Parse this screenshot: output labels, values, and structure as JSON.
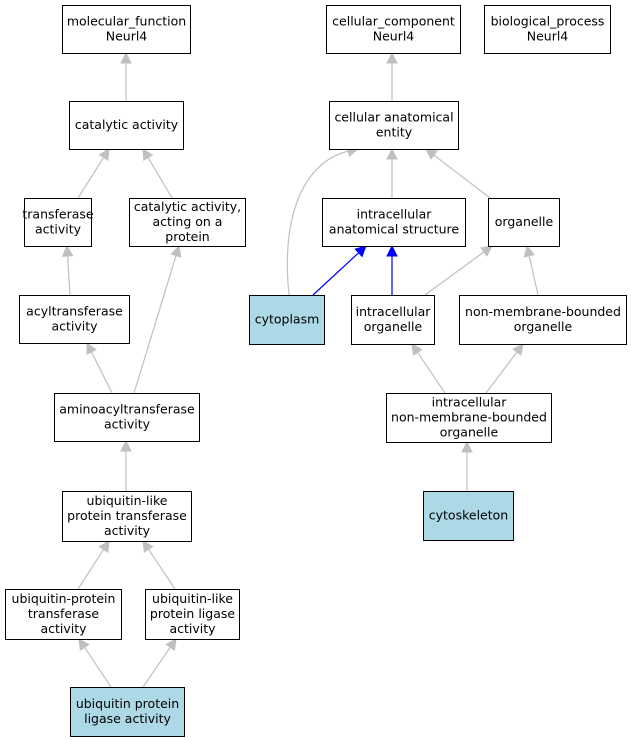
{
  "colors": {
    "background": "#ffffff",
    "node_default": "#ffffff",
    "node_highlight": "#add8e6",
    "edge_default": "#c0c0c0",
    "edge_highlight": "#0000ff"
  },
  "nodes": [
    {
      "id": "mf",
      "lines": [
        "molecular_function",
        "Neurl4"
      ],
      "highlight": false
    },
    {
      "id": "cat",
      "lines": [
        "catalytic activity"
      ],
      "highlight": false
    },
    {
      "id": "trans",
      "lines": [
        "transferase",
        "activity"
      ],
      "highlight": false
    },
    {
      "id": "catprot",
      "lines": [
        "catalytic activity,",
        "acting on a",
        "protein"
      ],
      "highlight": false
    },
    {
      "id": "acyl",
      "lines": [
        "acyltransferase",
        "activity"
      ],
      "highlight": false
    },
    {
      "id": "aminoacyl",
      "lines": [
        "aminoacyltransferase",
        "activity"
      ],
      "highlight": false
    },
    {
      "id": "ublike",
      "lines": [
        "ubiquitin-like",
        "protein transferase",
        "activity"
      ],
      "highlight": false
    },
    {
      "id": "ubprottrans",
      "lines": [
        "ubiquitin-protein",
        "transferase",
        "activity"
      ],
      "highlight": false
    },
    {
      "id": "ubligase",
      "lines": [
        "ubiquitin-like",
        "protein ligase",
        "activity"
      ],
      "highlight": false
    },
    {
      "id": "ubprotlig",
      "lines": [
        "ubiquitin protein",
        "ligase activity"
      ],
      "highlight": true
    },
    {
      "id": "cc",
      "lines": [
        "cellular_component",
        "Neurl4"
      ],
      "highlight": false
    },
    {
      "id": "bp",
      "lines": [
        "biological_process",
        "Neurl4"
      ],
      "highlight": false
    },
    {
      "id": "cae",
      "lines": [
        "cellular anatomical",
        "entity"
      ],
      "highlight": false
    },
    {
      "id": "ias",
      "lines": [
        "intracellular",
        "anatomical structure"
      ],
      "highlight": false
    },
    {
      "id": "organelle",
      "lines": [
        "organelle"
      ],
      "highlight": false
    },
    {
      "id": "cytoplasm",
      "lines": [
        "cytoplasm"
      ],
      "highlight": true
    },
    {
      "id": "intorg",
      "lines": [
        "intracellular",
        "organelle"
      ],
      "highlight": false
    },
    {
      "id": "nmbo",
      "lines": [
        "non-membrane-bounded",
        "organelle"
      ],
      "highlight": false
    },
    {
      "id": "inmbo",
      "lines": [
        "intracellular",
        "non-membrane-bounded",
        "organelle"
      ],
      "highlight": false
    },
    {
      "id": "cytoskeleton",
      "lines": [
        "cytoskeleton"
      ],
      "highlight": true
    }
  ],
  "edges": [
    {
      "from": "cat",
      "to": "mf",
      "highlight": false
    },
    {
      "from": "trans",
      "to": "cat",
      "highlight": false
    },
    {
      "from": "catprot",
      "to": "cat",
      "highlight": false
    },
    {
      "from": "acyl",
      "to": "trans",
      "highlight": false
    },
    {
      "from": "aminoacyl",
      "to": "acyl",
      "highlight": false
    },
    {
      "from": "aminoacyl",
      "to": "catprot",
      "highlight": false
    },
    {
      "from": "ublike",
      "to": "aminoacyl",
      "highlight": false
    },
    {
      "from": "ubprottrans",
      "to": "ublike",
      "highlight": false
    },
    {
      "from": "ubligase",
      "to": "ublike",
      "highlight": false
    },
    {
      "from": "ubprotlig",
      "to": "ubprottrans",
      "highlight": false
    },
    {
      "from": "ubprotlig",
      "to": "ubligase",
      "highlight": false
    },
    {
      "from": "cae",
      "to": "cc",
      "highlight": false
    },
    {
      "from": "ias",
      "to": "cae",
      "highlight": false
    },
    {
      "from": "organelle",
      "to": "cae",
      "highlight": false
    },
    {
      "from": "cytoplasm",
      "to": "cae",
      "highlight": false
    },
    {
      "from": "cytoplasm",
      "to": "ias",
      "highlight": true
    },
    {
      "from": "intorg",
      "to": "ias",
      "highlight": true
    },
    {
      "from": "intorg",
      "to": "organelle",
      "highlight": false
    },
    {
      "from": "nmbo",
      "to": "organelle",
      "highlight": false
    },
    {
      "from": "inmbo",
      "to": "intorg",
      "highlight": false
    },
    {
      "from": "inmbo",
      "to": "nmbo",
      "highlight": false
    },
    {
      "from": "cytoskeleton",
      "to": "inmbo",
      "highlight": false
    }
  ]
}
